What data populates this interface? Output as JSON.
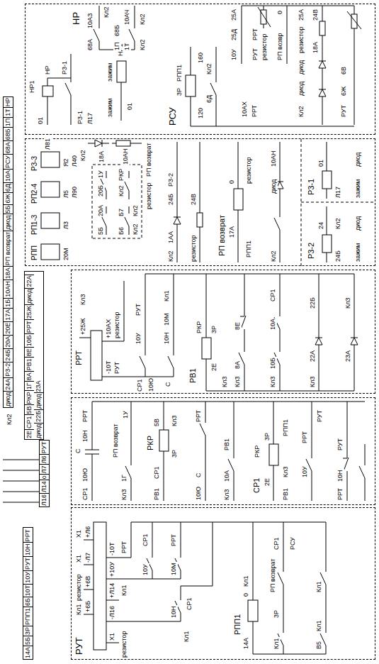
{
  "diagram": {
    "nodes": [
      {
        "text": [
          "14А",
          "5Б",
          "3Р",
          "РПП1",
          "6Б",
          "10Т",
          "10У",
          "РУТ",
          "10Н",
          "РРТ"
        ]
      },
      {
        "text": [
          "Л16",
          "Л14",
          "о",
          "Л7",
          "Л6",
          "РУТ"
        ]
      },
      {
        "text": [
          "2Е",
          "СР1",
          "5В",
          "РКР",
          "1Г",
          "8А",
          "РВ1",
          "8Е",
          "10Б",
          "РРТ",
          "25Ж",
          "диод",
          "22А",
          "диод",
          "22Б",
          "диод",
          "23А"
        ]
      },
      {
        "text": [
          "диод",
          "24А",
          "Р3-2",
          "24Б",
          "20А",
          "20Е",
          "17А",
          "1Б",
          "10АН",
          "18А",
          "РП возврат",
          "диод",
          "5Б",
          "6Ж",
          "6Д",
          "10А",
          "РСУ",
          "68А",
          "68Б",
          "1П",
          "1Т",
          "НР"
        ]
      },
      {
        "text": [
          "РУТ",
          "РПП1"
        ]
      },
      {
        "text": [
          "РКР",
          "СР1"
        ]
      },
      {
        "text": [
          "РРТ",
          "РВ1"
        ]
      },
      {
        "text": [
          "РПП",
          "РП1-3",
          "РП2-4",
          "Р3-3",
          "РП возврат",
          "Р3-2",
          "Р3-1"
        ]
      },
      {
        "text": [
          "РСУ",
          "НР"
        ]
      }
    ],
    "labels": [
      "Кл1",
      "резистор",
      "Х1",
      "Х1",
      "+6Б",
      "+6В",
      "-Л7",
      "+Л6",
      "Х1",
      "-Л16",
      "+Л14",
      "+10У",
      "-10Т",
      "резистор",
      "Кл1",
      "РРТ",
      "10У",
      "СР1",
      "10Н",
      "Кл1",
      "СР1",
      "10М",
      "РРТ",
      "0",
      "Кл1",
      "14А",
      "Кл1",
      "3Р",
      "РП возврат",
      "СР1",
      "РСУ",
      "В5",
      "Кл1",
      "Кл1",
      "СР1",
      "10Ю",
      "С",
      "10Н",
      "РРТ",
      "Кл3",
      "1Г",
      "РП возврат",
      "1У",
      "РВ1",
      "СР1",
      "3Р",
      "5В",
      "Кл3",
      "10Ю",
      "С",
      "РРТ",
      "Кл3",
      "10А",
      "РВ1",
      "РКР",
      "2Е",
      "3Р",
      "РВ1",
      "Кл3",
      "РПП1",
      "10У",
      "РРТ",
      "РУТ",
      "РРТ",
      "10Н",
      "РУТ",
      "+25Ж",
      "Кл3",
      "-10Т",
      "РУТ",
      "+10АХ",
      "резистор",
      "СР1",
      "10Ю",
      "10У",
      "РУТ",
      "10Н",
      "С",
      "10М",
      "Кл1",
      "2Е",
      "РКР",
      "3Р",
      "Кл3",
      "Кл3",
      "8А",
      "8Е",
      "Кл3",
      "10Б",
      "10А",
      "СР1",
      "Кл3",
      "22А",
      "22Б",
      "23А",
      "Кл3",
      "20М",
      "Л3",
      "Л5",
      "Я2",
      "Л90",
      "Л40",
      "Л81",
      "5Б",
      "20А",
      "20Б",
      "1У",
      "Б6",
      "Б7",
      "Кл2",
      "РКР",
      "Кл2",
      "Кл2",
      "Кл2",
      "18А",
      "10АН",
      "резистор",
      "РП возврат",
      "Кл2",
      "1АА",
      "24Б",
      "Р3-2",
      "резистор",
      "24В",
      "0",
      "17А",
      "резистор",
      "РПП1",
      "Кл2",
      "диод",
      "10АН",
      "24Б",
      "24",
      "Кл2",
      "зажим",
      "диод",
      "Л17",
      "01",
      "зажим",
      "диод",
      "НР1",
      "НР",
      "01",
      "Р3-1",
      "Р3-1",
      "Л17",
      "зажим",
      "зажим",
      "01",
      "НР1",
      "68А",
      "10АЗ",
      "Кл2",
      "1П",
      "68Б",
      "10АЧ",
      "1Т",
      "Кл2",
      "Кл2",
      "3Р",
      "РПП1",
      "120",
      "160",
      "6Д",
      "Кл2",
      "10У",
      "25Д",
      "25А",
      "РУТ",
      "РРТ",
      "резистор",
      "10АХ",
      "РРТ",
      "РП возвр",
      "0",
      "Кл2",
      "диод",
      "диод",
      "резистор",
      "25А",
      "18А",
      "24В",
      "РУТ",
      "6Ж",
      "6В",
      "Кл2"
    ]
  }
}
